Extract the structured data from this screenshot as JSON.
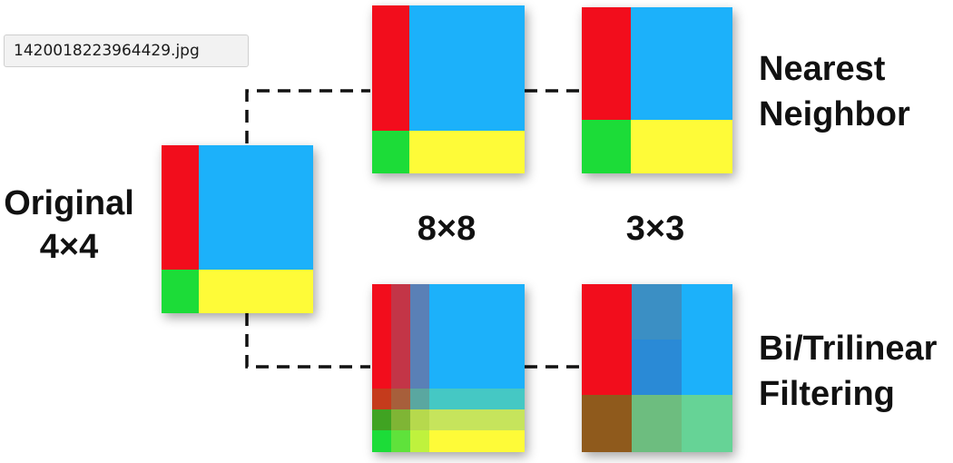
{
  "filename_tag": "1420018223964429.jpg",
  "labels": {
    "original_line1": "Original",
    "original_line2": "4×4",
    "size_8": "8×8",
    "size_3": "3×3",
    "nearest_line1": "Nearest",
    "nearest_line2": "Neighbor",
    "bilinear_line1": "Bi/Trilinear",
    "bilinear_line2": "Filtering"
  },
  "colors": {
    "red": "#f20d1e",
    "blue": "#1eb1fa",
    "green": "#1fdc37",
    "yellow": "#fefb37",
    "dash_line": "#111111"
  }
}
